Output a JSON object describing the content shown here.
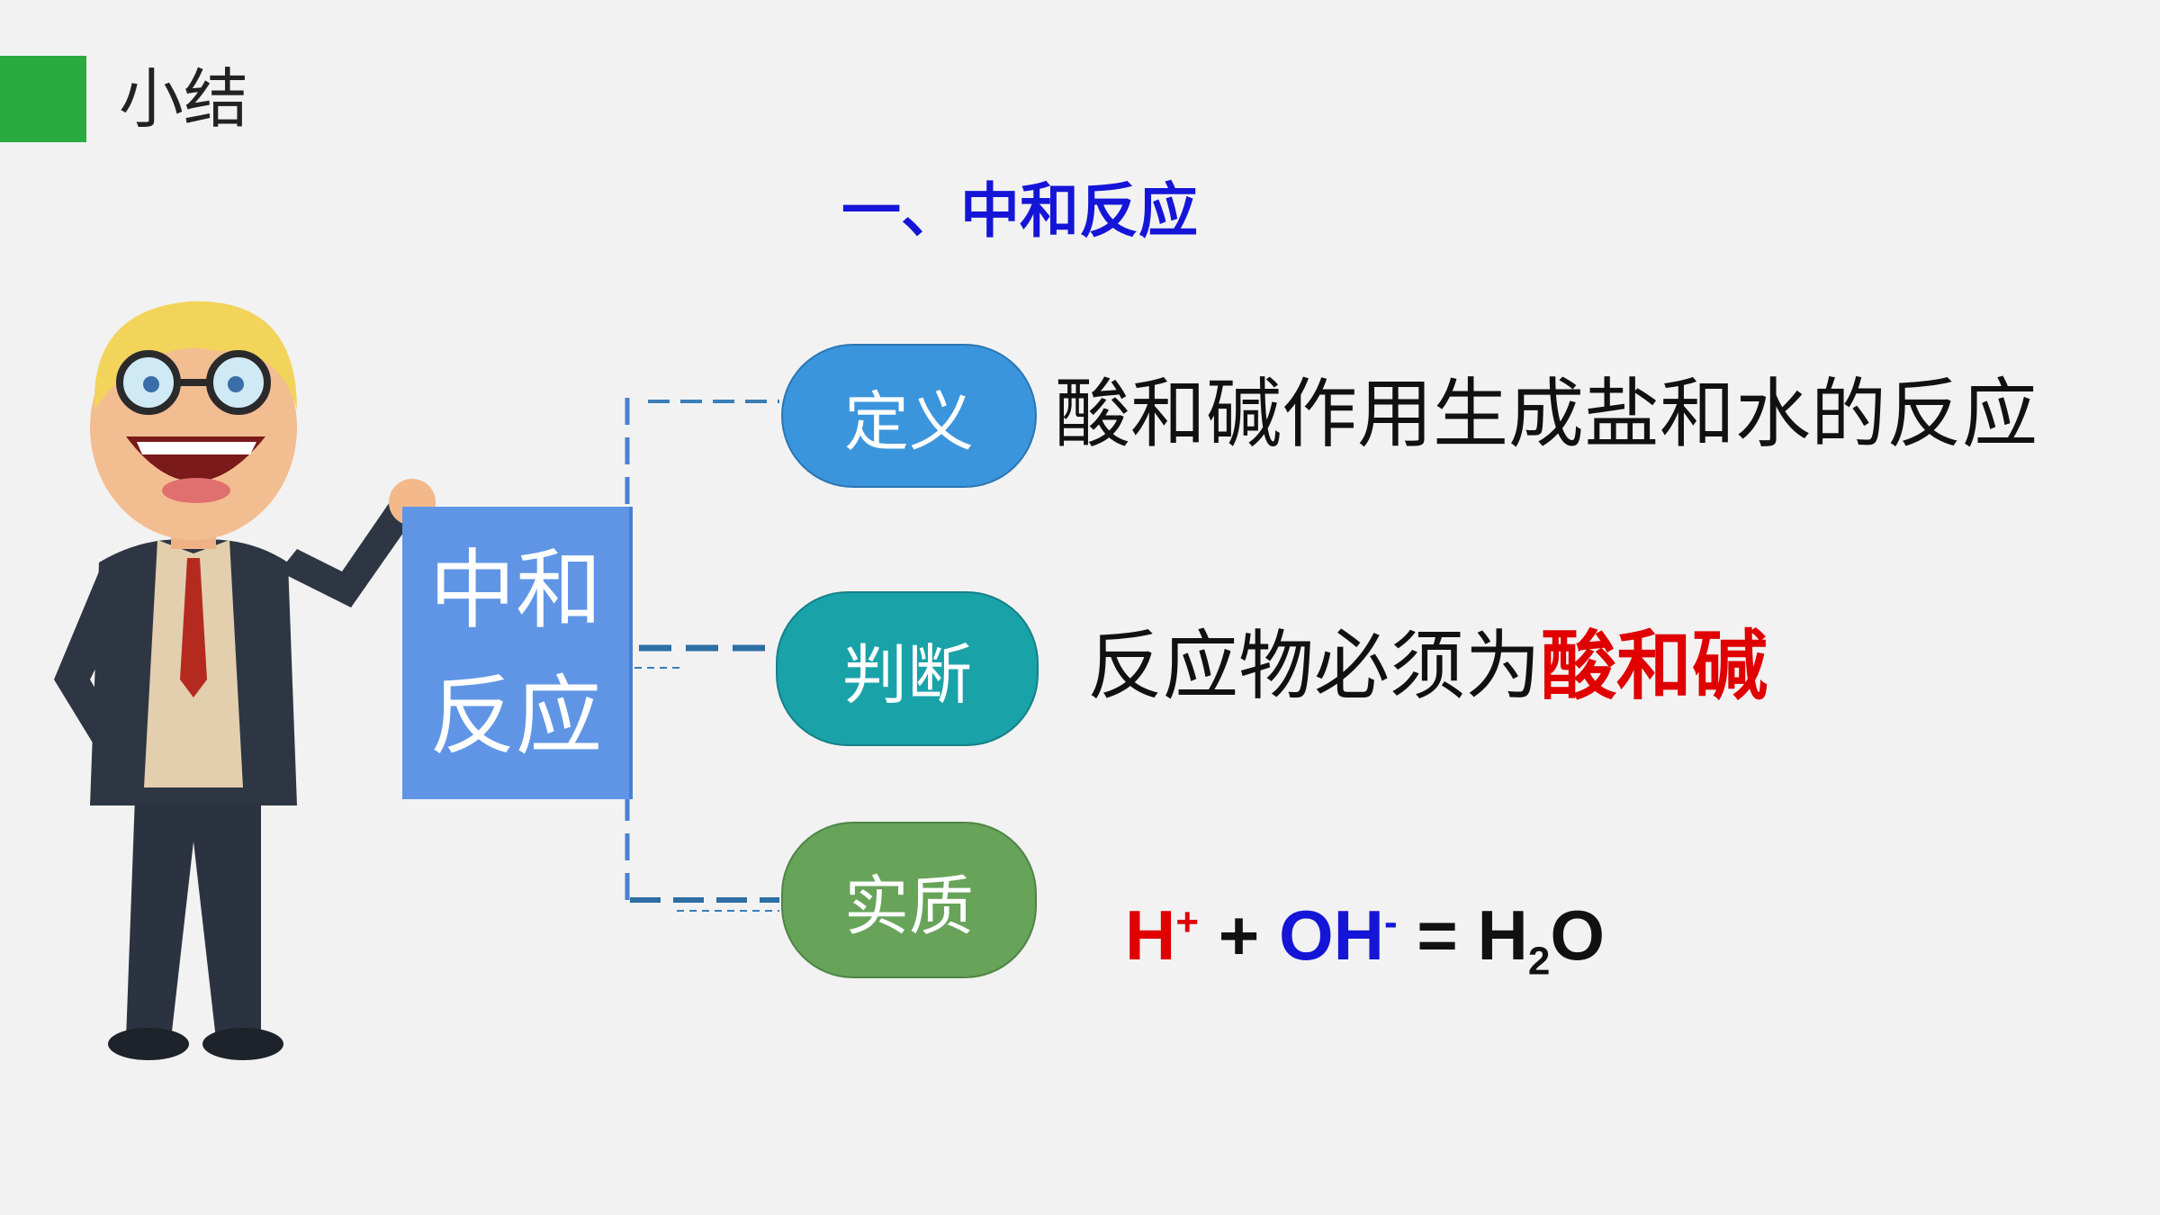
{
  "header": {
    "title": "小结",
    "accent_color": "#2aab3f"
  },
  "section": {
    "title": "一、中和反应",
    "color": "#1515d8"
  },
  "center": {
    "line1": "中和",
    "line2": "反应"
  },
  "branches": {
    "definition": {
      "label": "定义",
      "text": "酸和碱作用生成盐和水的反应"
    },
    "judgment": {
      "label": "判断",
      "text_before": "反应物必须为",
      "text_highlight": "酸和碱"
    },
    "essence": {
      "label": "实质",
      "equation": {
        "h": "H",
        "h_charge": "+",
        "plus": "+",
        "oh": "OH",
        "oh_charge": "-",
        "equals": "=",
        "h2": "H",
        "sub2": "2",
        "o": "O"
      }
    }
  },
  "illustration": {
    "icon": "teacher-cartoon-icon"
  }
}
